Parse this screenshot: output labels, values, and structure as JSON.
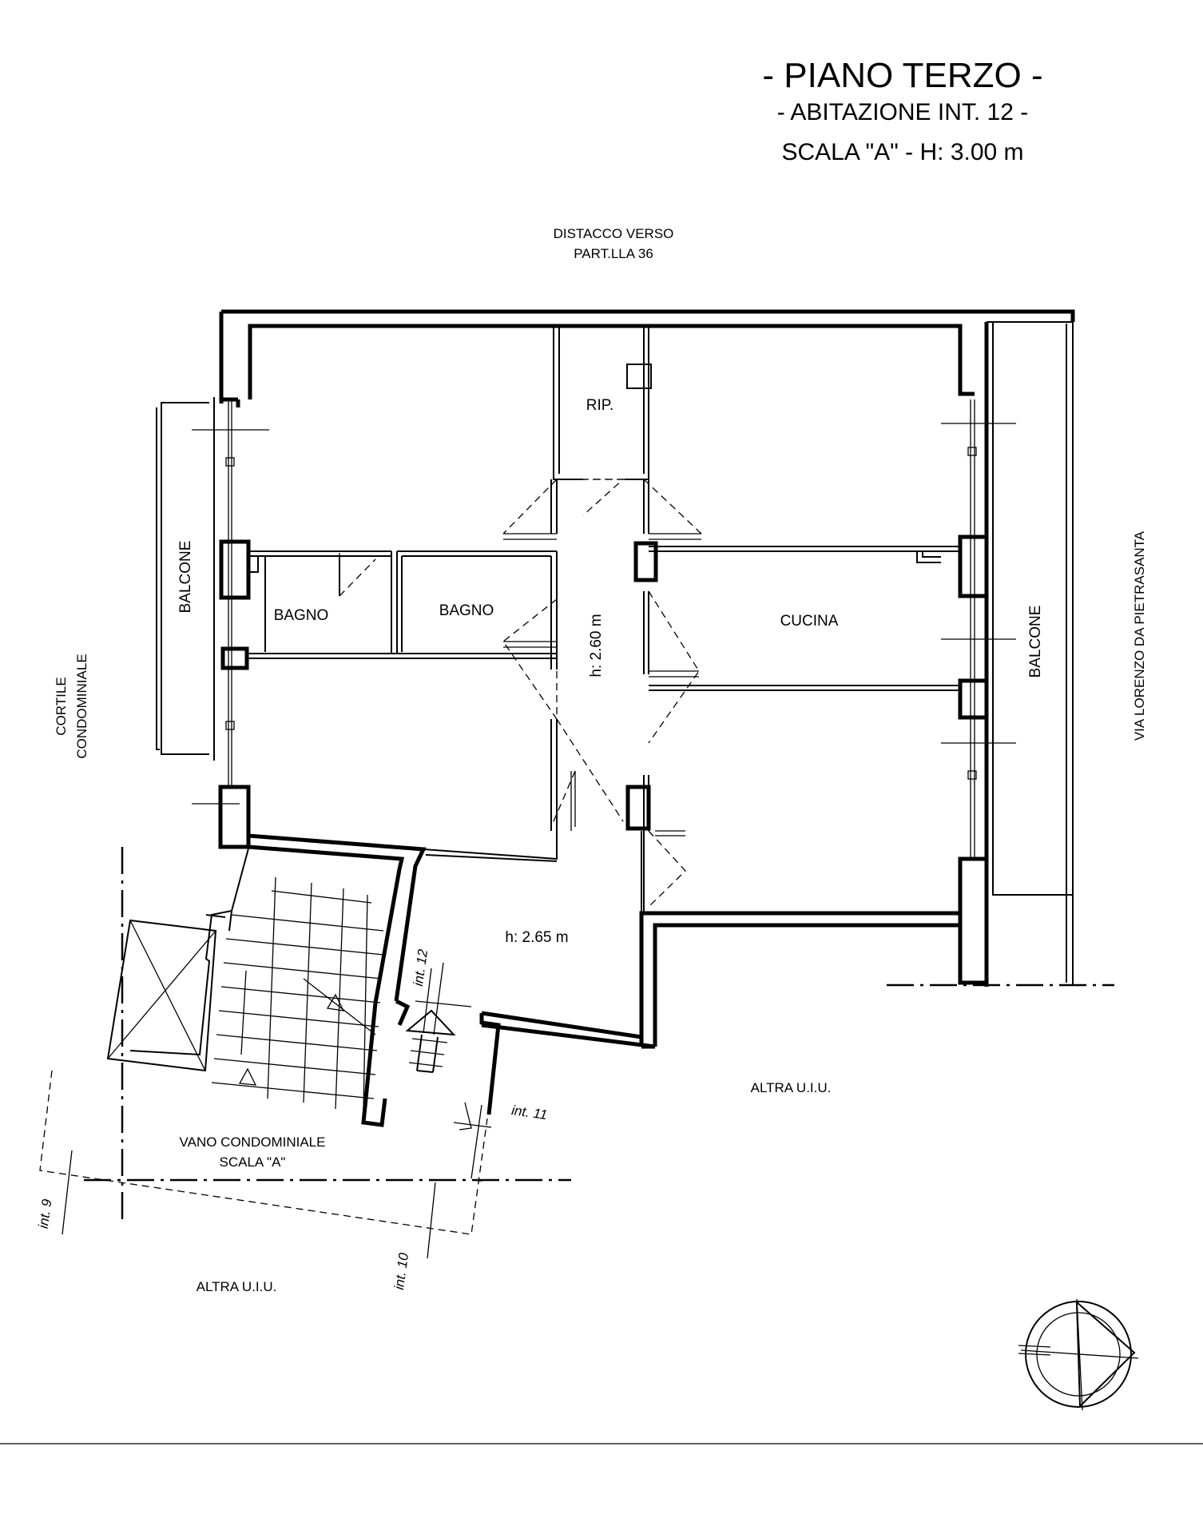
{
  "title": {
    "line1": "- PIANO TERZO -",
    "line2": "- ABITAZIONE INT. 12 -",
    "line3": "SCALA \"A\" - H: 3.00 m"
  },
  "labels": {
    "distacco_1": "DISTACCO VERSO",
    "distacco_2": "PART.LLA 36",
    "rip": "RIP.",
    "bagno_1": "BAGNO",
    "bagno_2": "BAGNO",
    "cucina": "CUCINA",
    "balcone_left": "BALCONE",
    "balcone_right": "BALCONE",
    "corridor_height": "h: 2.60 m",
    "entrance_height": "h: 2.65 m",
    "cortile_1": "CORTILE",
    "cortile_2": "CONDOMINIALE",
    "via": "VIA LORENZO DA PIETRASANTA",
    "altra_right": "ALTRA U.I.U.",
    "altra_bottom": "ALTRA U.I.U.",
    "vano_1": "VANO CONDOMINIALE",
    "vano_2": "SCALA \"A\"",
    "int12": "int. 12",
    "int11": "int. 11",
    "int9": "int. 9",
    "int10": "int. 10"
  },
  "icons": {
    "north": "north-arrow-compass-icon",
    "entrance": "entrance-arrow-icon"
  }
}
